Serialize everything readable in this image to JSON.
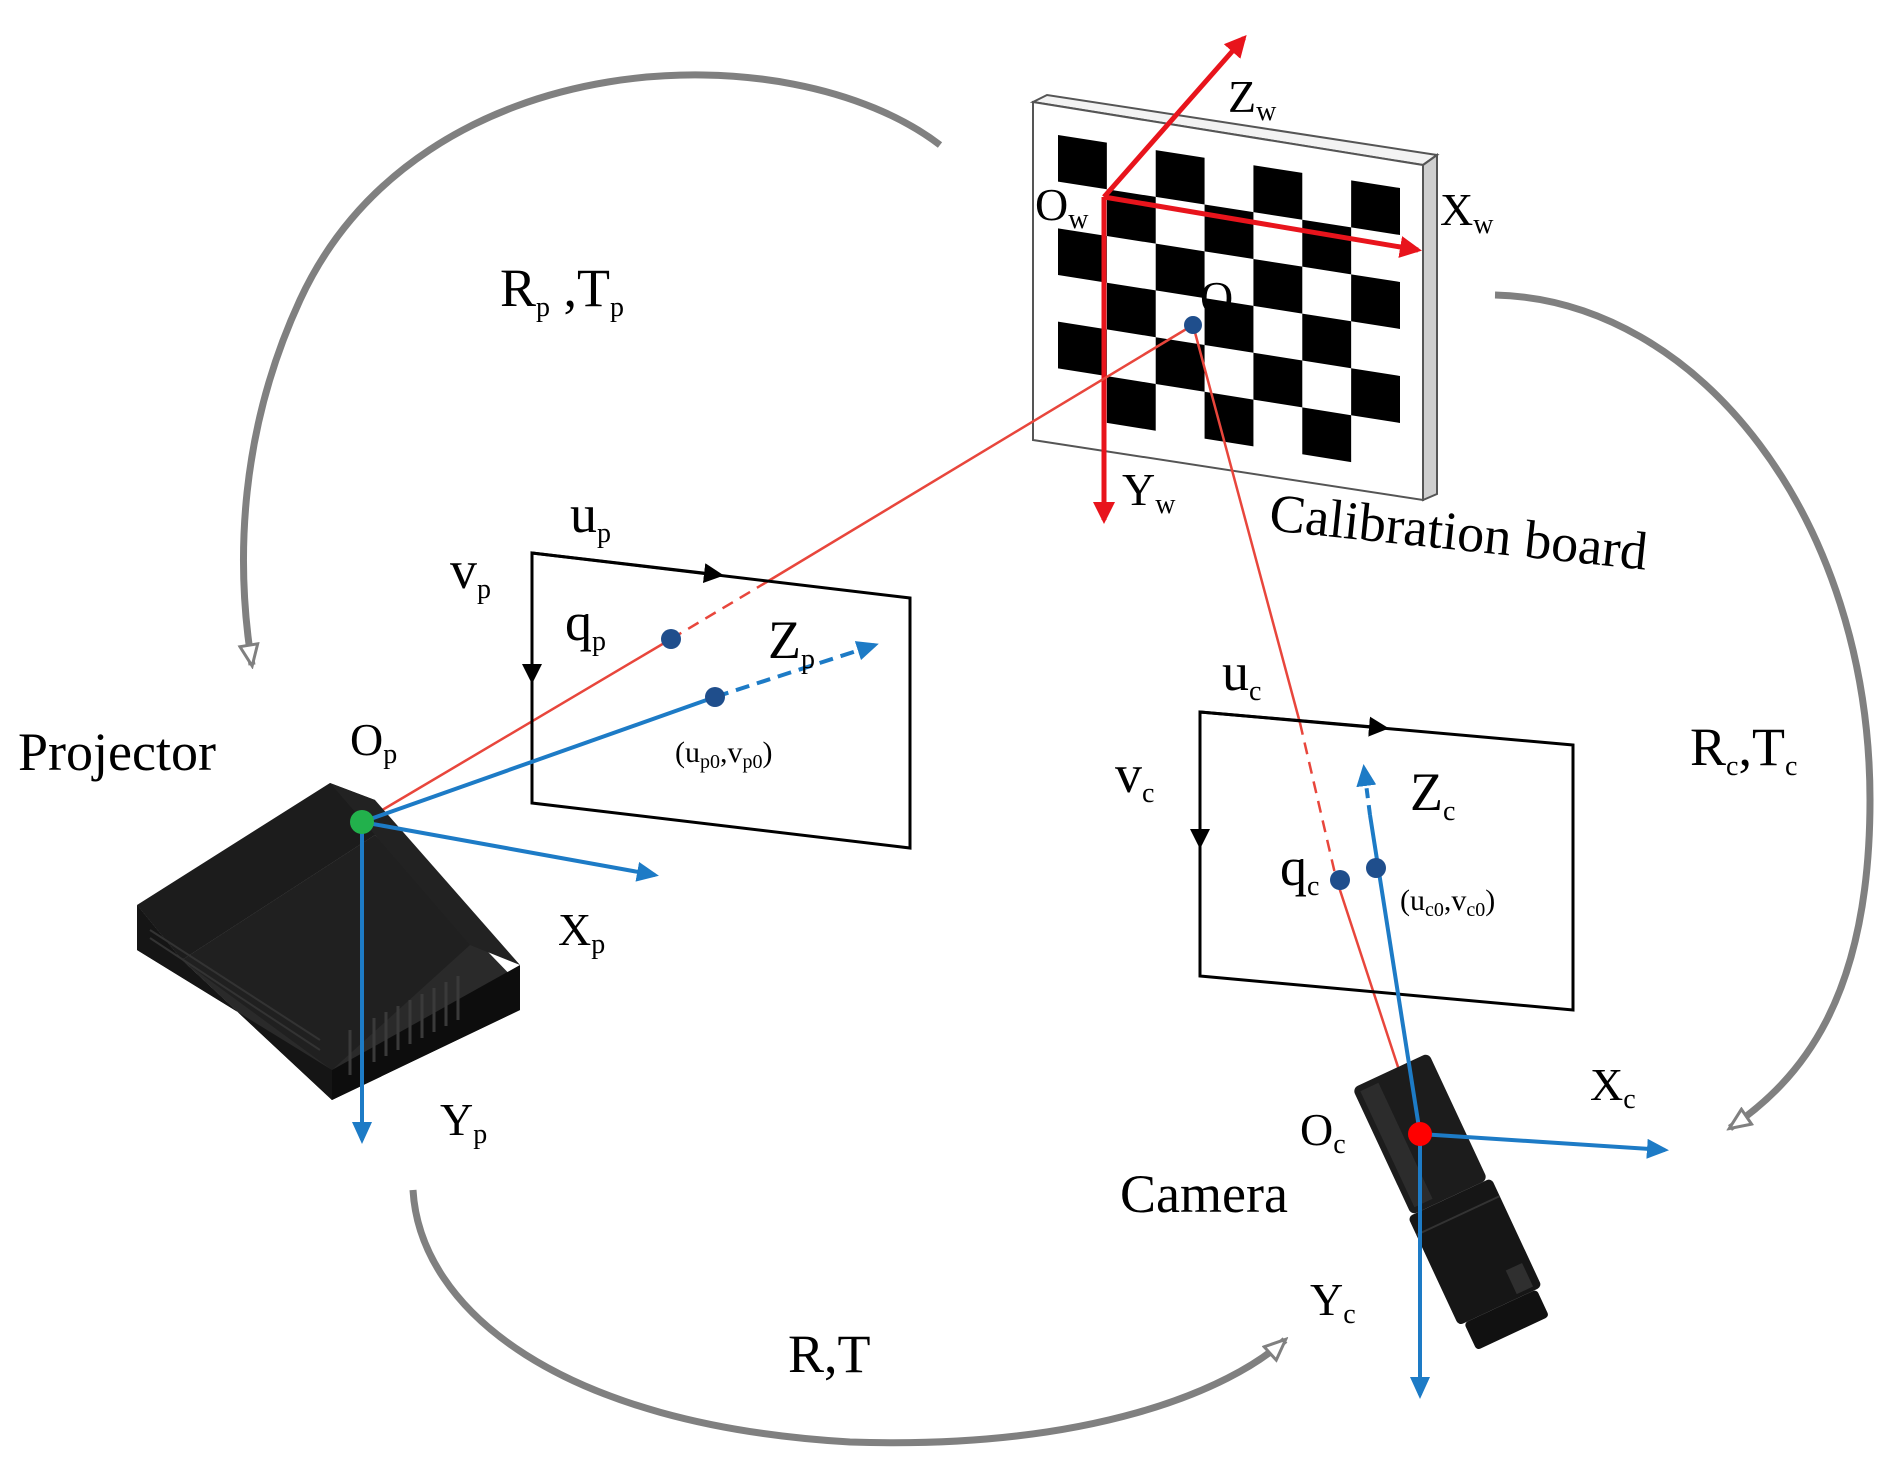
{
  "colors": {
    "world_axis": "#e8141c",
    "optical_axis": "#1d7bc6",
    "ray": "#e8463c",
    "transform_arrow": "#808080",
    "projector_origin": "#22b14c",
    "camera_origin": "#ff0000",
    "point": "#1f4e8c",
    "device_body": "#1c1c1c"
  },
  "icons": {
    "projector": "projector-icon",
    "camera": "camera-icon",
    "board": "checkerboard-icon"
  },
  "labels": {
    "Zw": {
      "base": "Z",
      "sub": "w"
    },
    "Xw": {
      "base": "X",
      "sub": "w"
    },
    "Yw": {
      "base": "Y",
      "sub": "w"
    },
    "Ow": {
      "base": "O",
      "sub": "w"
    },
    "Q": "Q",
    "calibration_board": "Calibration board",
    "RpTp": {
      "r": "R",
      "rsub": "p",
      "sep": " ,",
      "t": "T",
      "tsub": "p"
    },
    "RcTc": {
      "r": "R",
      "rsub": "c",
      "sep": ",",
      "t": "T",
      "tsub": "c"
    },
    "RT": "R,T",
    "up": {
      "base": "u",
      "sub": "p"
    },
    "vp": {
      "base": "v",
      "sub": "p"
    },
    "qp": {
      "base": "q",
      "sub": "p"
    },
    "Zp": {
      "base": "Z",
      "sub": "p"
    },
    "up0vp0": {
      "open": "(u",
      "s1": "p0",
      "mid": ",v",
      "s2": "p0",
      "close": ")"
    },
    "projector": "Projector",
    "Op": {
      "base": "O",
      "sub": "p"
    },
    "Xp": {
      "base": "X",
      "sub": "p"
    },
    "Yp": {
      "base": "Y",
      "sub": "p"
    },
    "uc": {
      "base": "u",
      "sub": "c"
    },
    "vc": {
      "base": "v",
      "sub": "c"
    },
    "qc": {
      "base": "q",
      "sub": "c"
    },
    "Zc": {
      "base": "Z",
      "sub": "c"
    },
    "uc0vc0": {
      "open": "(u",
      "s1": "c0",
      "mid": ",v",
      "s2": "c0",
      "close": ")"
    },
    "camera": "Camera",
    "Oc": {
      "base": "O",
      "sub": "c"
    },
    "Xc": {
      "base": "X",
      "sub": "c"
    },
    "Yc": {
      "base": "Y",
      "sub": "c"
    }
  }
}
